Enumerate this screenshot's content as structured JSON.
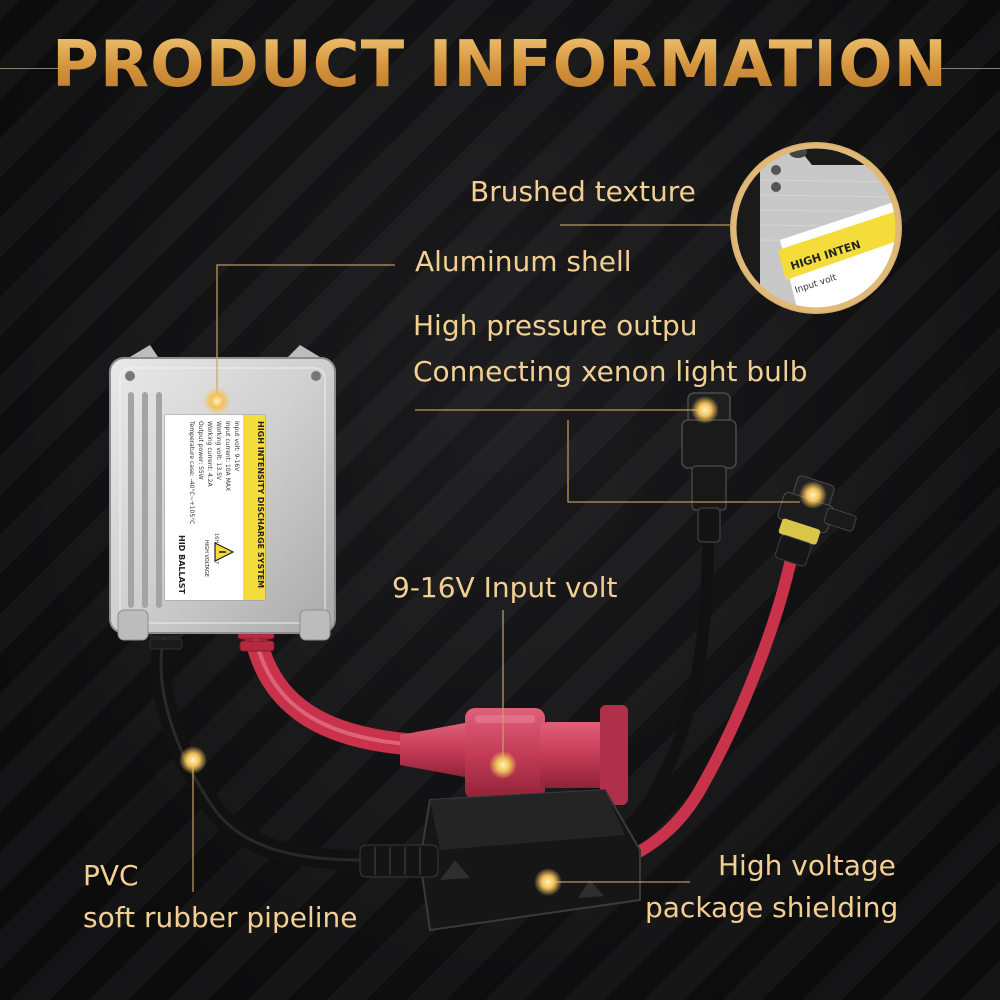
{
  "title": "PRODUCT INFORMATION",
  "labels": {
    "brushed": "Brushed texture",
    "aluminum": "Aluminum shell",
    "hp_line1": "High pressure outpu",
    "hp_line2": "Connecting xenon light bulb",
    "input": "9-16V Input volt",
    "pvc_line1": "PVC",
    "pvc_line2": "soft rubber pipeline",
    "hv_line1": "High voltage",
    "hv_line2": "package shielding"
  },
  "ballast": {
    "header": "HIGH INTENSITY DISCHARGE SYSTEM",
    "specs": [
      "Input volt: 9-16V",
      "Input current: 10A MAX",
      "Working volt: 13.5V",
      "Working current: 4.2A",
      "Output power: 55W",
      "Temperature case: -40°C~+105°C"
    ],
    "footer": "HID BALLAST",
    "warning": "HIGH VOLTAGE",
    "serial": "16H-022627"
  },
  "inset": {
    "header": "HIGH INTEN",
    "line": "Input volt"
  },
  "colors": {
    "accent": "#f2cf92",
    "title": "#d99b3c",
    "cable_red": "#c8324a",
    "connector": "#c43c57"
  },
  "icons": [
    "warning-triangle-icon"
  ]
}
